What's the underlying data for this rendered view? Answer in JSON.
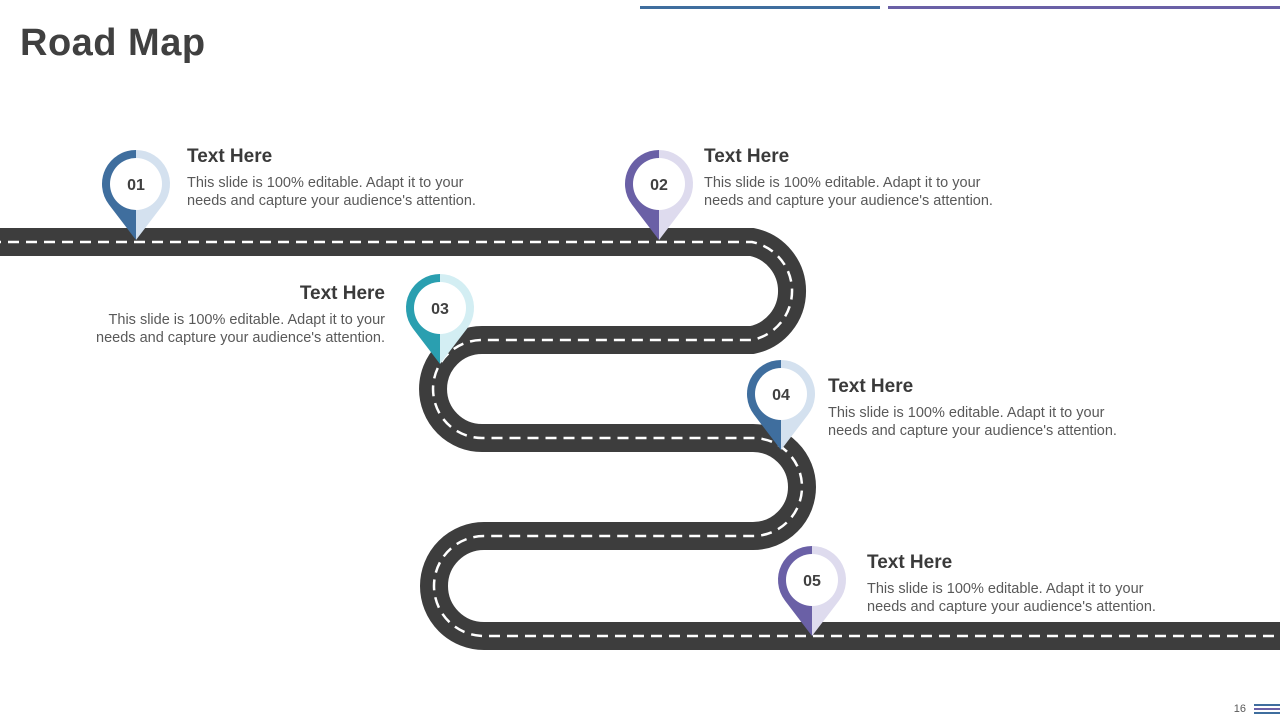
{
  "slide": {
    "title": "Road Map",
    "page_number": "16",
    "accent_colors": {
      "steel_blue": "#3f6e9e",
      "purple": "#6a60a6",
      "teal": "#2a9fb0",
      "road": "#3d3d3d",
      "lane": "#ffffff"
    }
  },
  "milestones": [
    {
      "number": "01",
      "heading": "Text Here",
      "line1": "This slide is 100% editable. Adapt it to your",
      "line2": "needs and capture your audience's attention.",
      "dark": "#3f6e9e",
      "light": "#d4e1ef",
      "icon": "map-pin-icon"
    },
    {
      "number": "02",
      "heading": "Text Here",
      "line1": "This slide is 100% editable. Adapt it to your",
      "line2": "needs and capture your audience's attention.",
      "dark": "#6a60a6",
      "light": "#dedbee",
      "icon": "map-pin-icon"
    },
    {
      "number": "03",
      "heading": "Text Here",
      "line1": "This slide is 100% editable. Adapt it to your",
      "line2": "needs and capture your audience's attention.",
      "dark": "#2a9fb0",
      "light": "#d3eef3",
      "icon": "map-pin-icon"
    },
    {
      "number": "04",
      "heading": "Text Here",
      "line1": "This slide is 100% editable. Adapt it to your",
      "line2": "needs and capture your audience's attention.",
      "dark": "#3f6e9e",
      "light": "#d4e1ef",
      "icon": "map-pin-icon"
    },
    {
      "number": "05",
      "heading": "Text Here",
      "line1": "This slide is 100% editable. Adapt it to your",
      "line2": "needs and capture your audience's attention.",
      "dark": "#6a60a6",
      "light": "#dedbee",
      "icon": "map-pin-icon"
    }
  ]
}
